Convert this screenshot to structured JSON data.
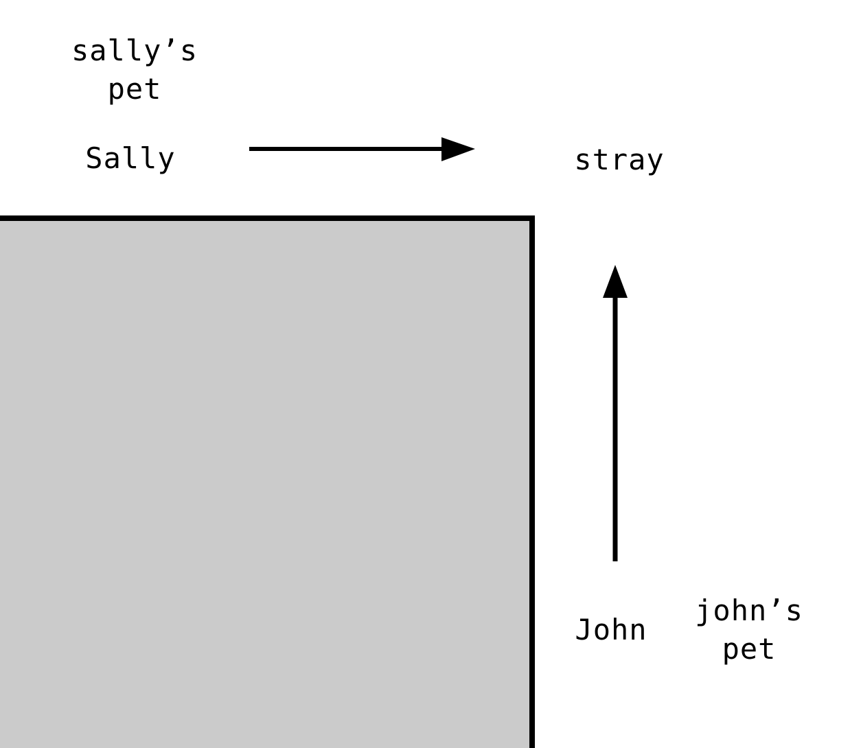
{
  "labels": {
    "sally_pet_line1": "sally’s",
    "sally_pet_line2": "pet",
    "sally": "Sally",
    "stray": "stray",
    "john": "John",
    "john_pet_line1": "john’s",
    "john_pet_line2": "pet"
  },
  "colors": {
    "box_fill": "#cbcbcb",
    "stroke": "#000000"
  }
}
